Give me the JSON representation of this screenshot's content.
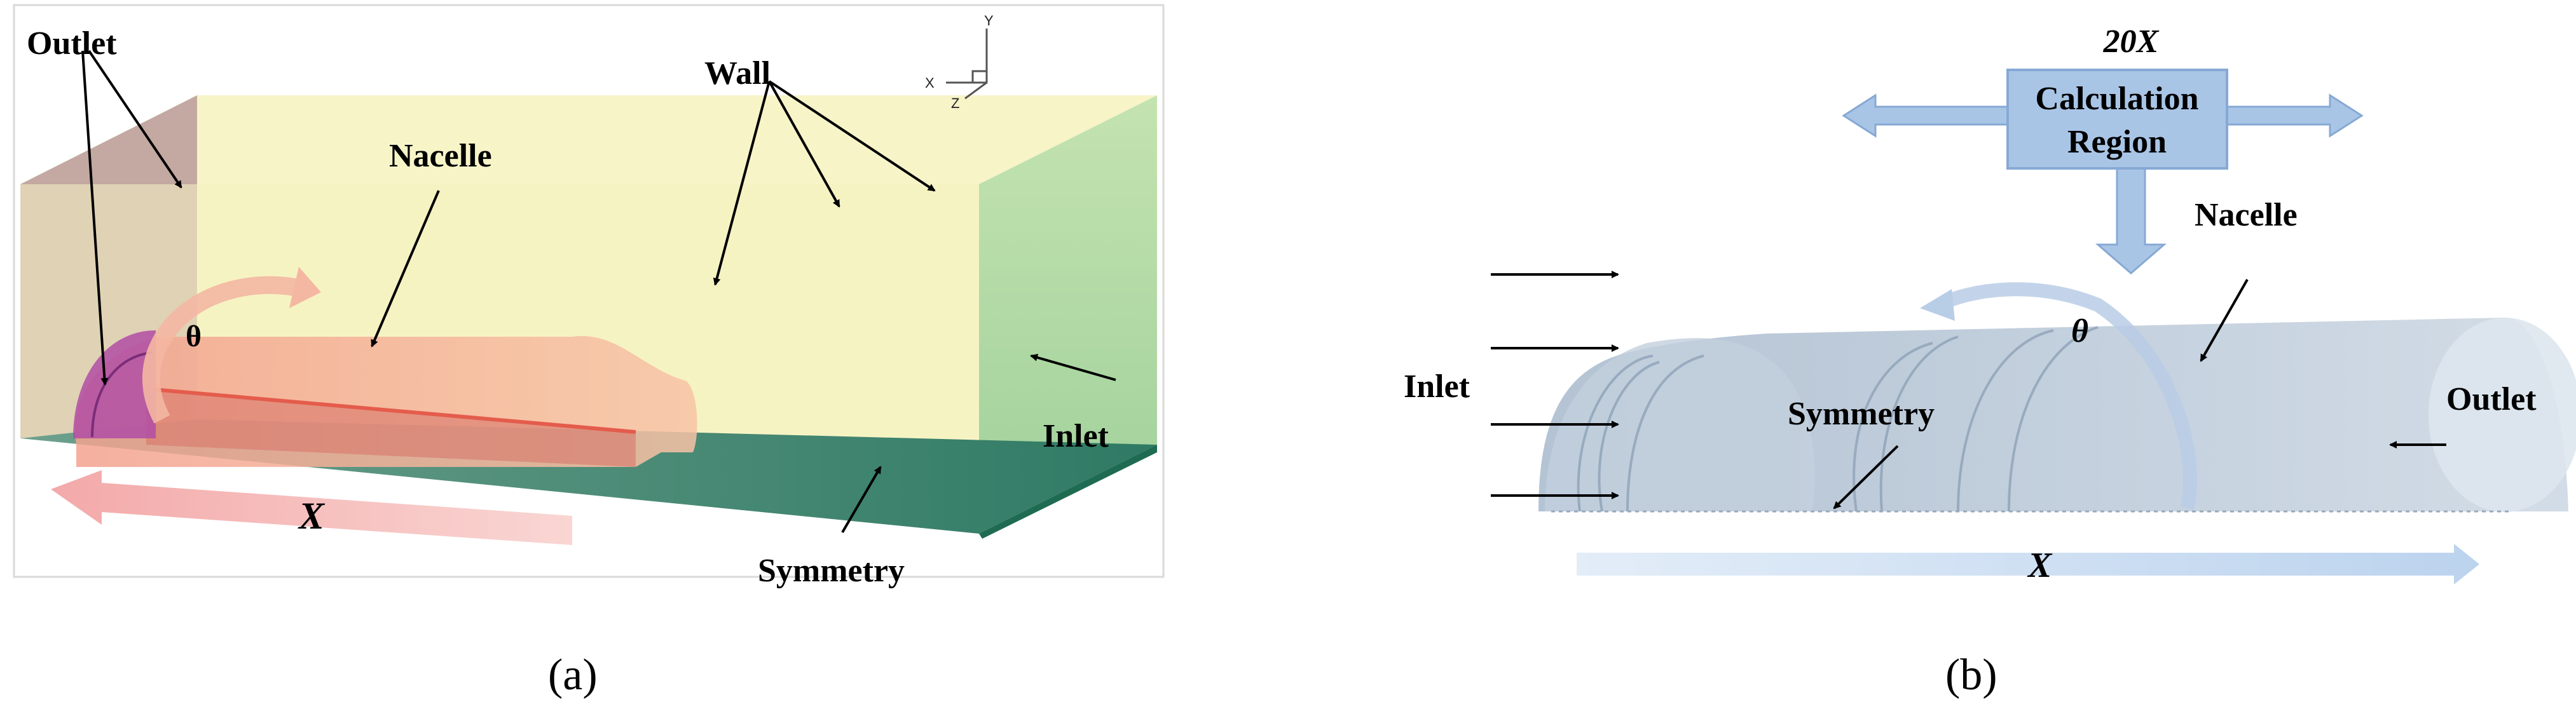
{
  "panel_a": {
    "labels": {
      "outlet": "Outlet",
      "wall": "Wall",
      "nacelle": "Nacelle",
      "theta": "θ",
      "inlet": "Inlet",
      "symmetry": "Symmetry",
      "x_axis": "X"
    },
    "axes_triad": {
      "y": "Y",
      "x": "X",
      "z": "Z"
    },
    "caption": "(a)",
    "colors": {
      "outlet_face": "#bfa3a0",
      "wall_face": "#f6f3c6",
      "top_face": "#ddd9ab",
      "inlet_face": "#b9dba5",
      "symmetry_floor": "#4f8f7a",
      "nacelle": "#f2a08f",
      "x_arrow": "#f4b8b8"
    }
  },
  "panel_b": {
    "labels": {
      "scale": "20X",
      "region_line1": "Calculation",
      "region_line2": "Region",
      "nacelle": "Nacelle",
      "theta": "θ",
      "inlet": "Inlet",
      "symmetry": "Symmetry",
      "outlet": "Outlet",
      "x_axis": "X"
    },
    "caption": "(b)",
    "colors": {
      "region_box": "#a9c5e6",
      "region_arrow": "#a9c5e6",
      "domain": "#b7c6d6",
      "x_arrow": "#cfe0f2"
    }
  }
}
